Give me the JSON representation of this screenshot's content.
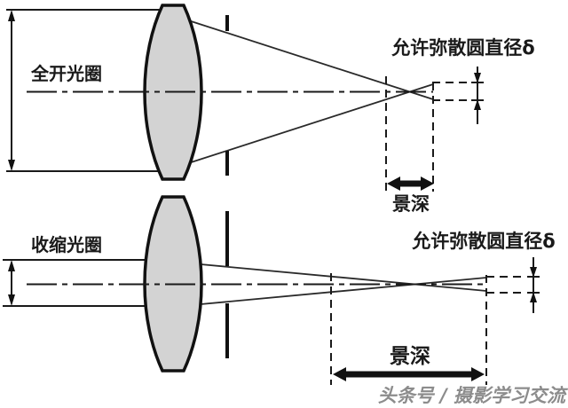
{
  "top": {
    "aperture_label": "全开光圈",
    "coc_label": "允许弥散圆直径δ",
    "dof_label": "景深"
  },
  "bottom": {
    "aperture_label": "收缩光圈",
    "coc_label": "允许弥散圆直径δ",
    "dof_label": "景深"
  },
  "watermark": "头条号 / 摄影学习交流",
  "colors": {
    "lens_fill": "#d3d3d3",
    "line": "#1a1a1a",
    "watermark": "#8c8c8c"
  }
}
